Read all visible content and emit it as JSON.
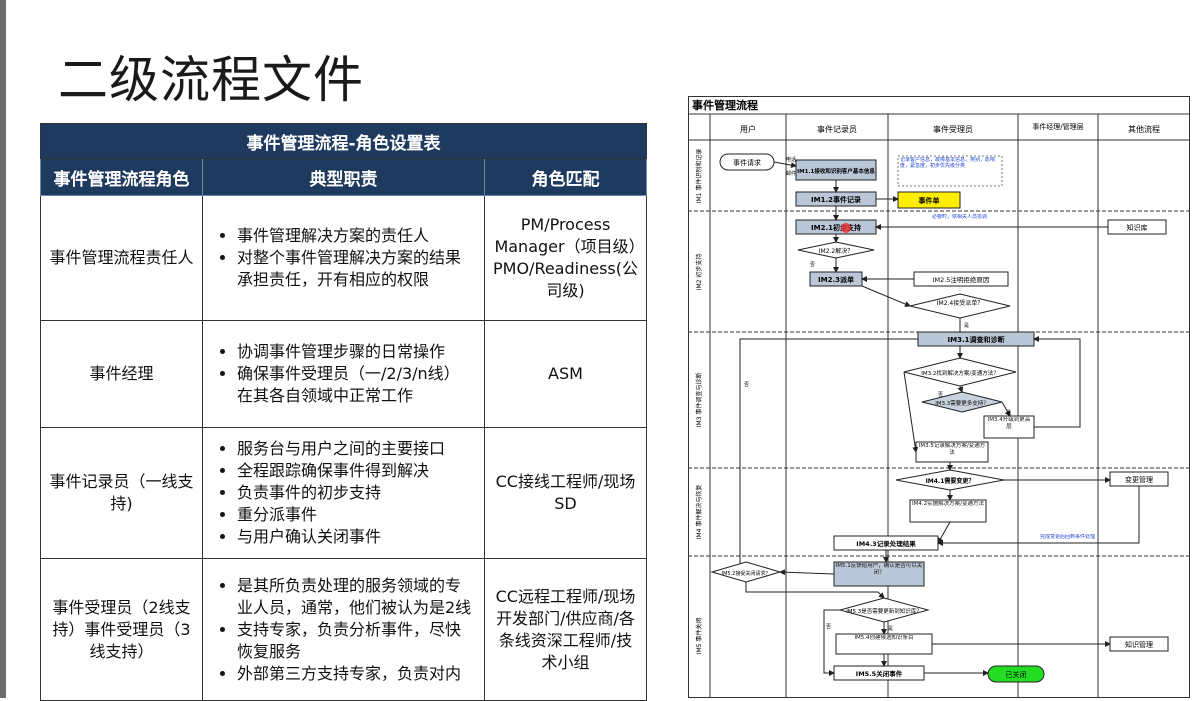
{
  "page": {
    "title": "二级流程文件"
  },
  "table": {
    "caption": "事件管理流程-角色设置表",
    "headers": [
      "事件管理流程角色",
      "典型职责",
      "角色匹配"
    ],
    "rows": [
      {
        "role": "事件管理流程责任人",
        "duties": [
          "事件管理解决方案的责任人",
          "对整个事件管理解决方案的结果承担责任，开有相应的权限"
        ],
        "match": "PM/Process Manager（项目级）PMO/Readiness(公司级)"
      },
      {
        "role": "事件经理",
        "duties": [
          "协调事件管理步骤的日常操作",
          "确保事件受理员（一/2/3/n线）在其各自领域中正常工作"
        ],
        "match": "ASM"
      },
      {
        "role": "事件记录员（一线支持)",
        "duties": [
          "服务台与用户之间的主要接口",
          "全程跟踪确保事件得到解决",
          "负责事件的初步支持",
          "重分派事件",
          "与用户确认关闭事件"
        ],
        "match": "CC接线工程师/现场SD"
      },
      {
        "role": "事件受理员（2线支持）事件受理员（3线支持）",
        "duties": [
          "是其所负责处理的服务领域的专业人员，通常，他们被认为是2线",
          "支持专家，负责分析事件，尽快恢复服务",
          "外部第三方支持专家，负责对内"
        ],
        "match": "CC远程工程师/现场开发部门/供应商/各条线资深工程师/技术小组"
      }
    ]
  },
  "flowchart": {
    "title": "事件管理流程",
    "lanes": [
      "用户",
      "事件记录员",
      "事件受理员",
      "事件经理/管理层",
      "其他流程"
    ],
    "phases": [
      "IM1 事件识别和记录",
      "IM2 初步支持",
      "IM3 事件调查与诊断",
      "IM4 事件解决与恢复",
      "IM5 事件关闭"
    ],
    "nodes": {
      "request": "事件请求",
      "im11": "IM1.1接收和识别客户基本信息",
      "im12": "IM1.2事件记录",
      "ticket": "事件单",
      "note1": "记录客户信息，故障基本信息，类别，影响度，紧急度，初步优先级分类",
      "note2": "必要时，依相关人员协调",
      "im21": "IM2.1初步支持",
      "kb": "知识库",
      "im22": "IM2.2解决？",
      "im23": "IM2.3派单",
      "im25": "IM2.5注明拒绝原因",
      "im24": "IM2.4接受派单？",
      "im31": "IM3.1调查和诊断",
      "im32": "IM3.2找到解决方案/变通方法？",
      "im33": "IM3.3需要更多支持？",
      "im34": "IM3.4升级到更高层",
      "im35": "IM3.5记录解决方案/变通方法",
      "im41": "IM4.1需要变更？",
      "chg": "变更管理",
      "im42": "IM4.2实施解决方案/变通方法",
      "note3": "完成变更后回到事件处理",
      "im43": "IM4.3记录处理结果",
      "im52": "IM5.2接受关闭请求？",
      "im51": "IM5.1反馈给用户，确认是否可以关闭？",
      "im53": "IM5.3是否需要更新到知识库？",
      "im54": "IM5.4创建候选知识条目",
      "km": "知识管理",
      "im55": "IM5.5关闭事件",
      "closed": "已关闭"
    },
    "labels": {
      "call": "电话",
      "mail": "邮件",
      "yes": "是",
      "no": "否"
    }
  }
}
